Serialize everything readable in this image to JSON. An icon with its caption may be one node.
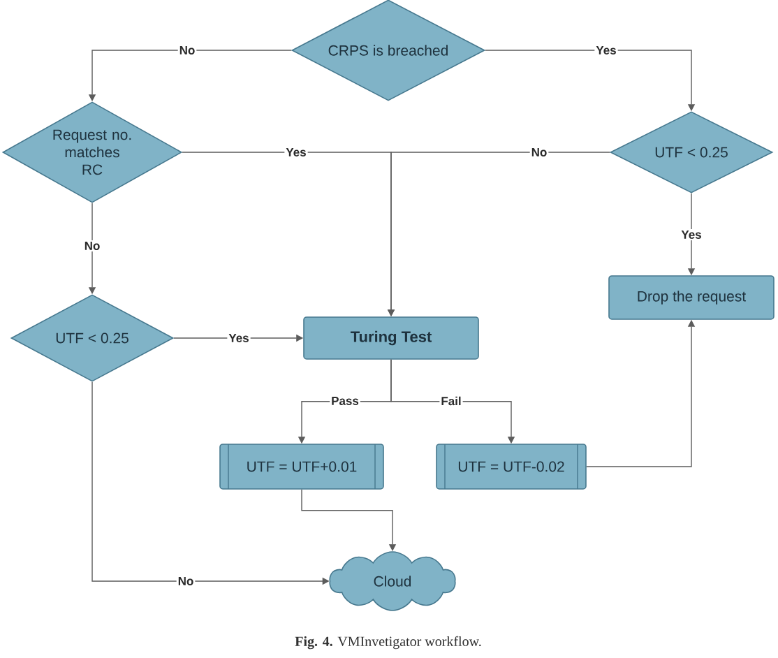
{
  "diagram": {
    "caption": "**Fig. 4.** VMInvetigator workflow.",
    "nodes": [
      {
        "text": [
          "CRPS is breached"
        ]
      },
      {
        "text": [
          "Request no. matches RC"
        ]
      },
      {
        "text": [
          "UTF < 0.25"
        ]
      },
      {
        "text": [
          "Drop the request"
        ]
      },
      {
        "text": [
          "UTF < 0.25"
        ]
      },
      {
        "text": [
          "Turing Test"
        ]
      },
      {
        "text": [
          "UTF = UTF+0.01"
        ]
      },
      {
        "text": [
          "UTF = UTF-0.02"
        ]
      },
      {
        "text": [
          "Cloud"
        ]
      }
    ],
    "edges": [
      {
        "from": 0,
        "to": 1,
        "arrow": "to",
        "label": "No"
      },
      {
        "from": 0,
        "to": 2,
        "arrow": "to",
        "label": "Yes"
      },
      {
        "from": 1,
        "to": 5,
        "arrow": "to",
        "label": "Yes"
      },
      {
        "from": 2,
        "to": 5,
        "arrow": "to",
        "label": "No"
      },
      {
        "from": 2,
        "to": 3,
        "arrow": "to",
        "label": "Yes"
      },
      {
        "from": 1,
        "to": 4,
        "arrow": "to",
        "label": "No"
      },
      {
        "from": 4,
        "to": 5,
        "arrow": "to",
        "label": "Yes"
      },
      {
        "from": 5,
        "to": 6,
        "arrow": "to",
        "label": "Pass"
      },
      {
        "from": 5,
        "to": 7,
        "arrow": "to",
        "label": "Fail"
      },
      {
        "from": 6,
        "to": 8,
        "arrow": "to"
      },
      {
        "from": 7,
        "to": 3,
        "arrow": "to"
      },
      {
        "from": 4,
        "to": 8,
        "arrow": "to",
        "label": "No"
      }
    ]
  }
}
